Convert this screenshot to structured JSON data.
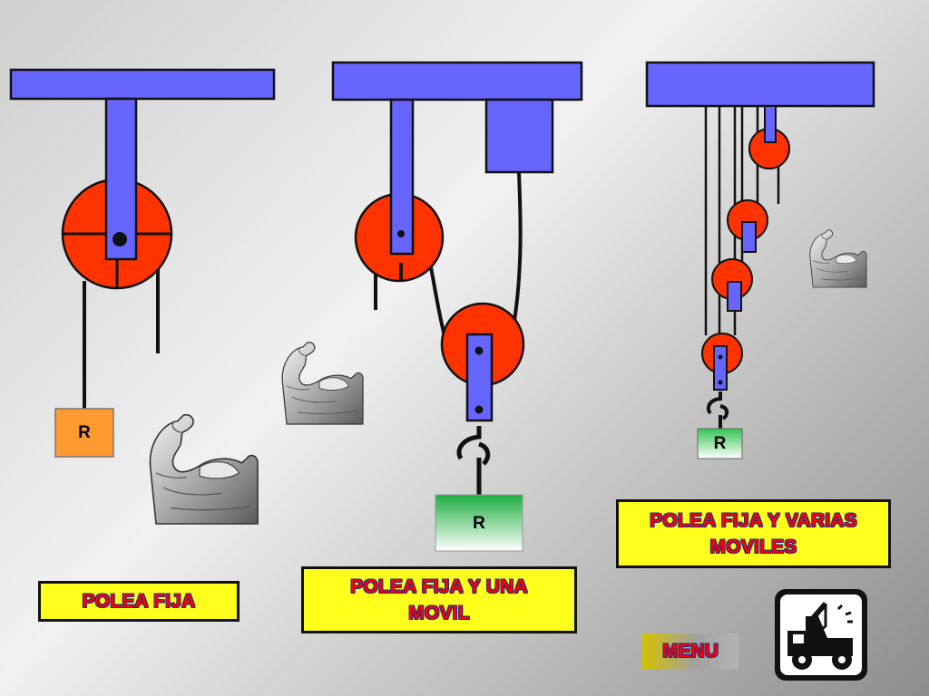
{
  "diagrams": [
    {
      "caption": "POLEA FIJA",
      "load_label": "R"
    },
    {
      "caption": "POLEA FIJA Y UNA MOVIL",
      "load_label": "R"
    },
    {
      "caption": "POLEA FIJA Y VARIAS MOVILES",
      "load_label": "R"
    }
  ],
  "nav": {
    "menu_label": "MENU"
  },
  "icons": {
    "effort": "flexed-arm-icon",
    "home": "tow-truck-icon"
  },
  "colors": {
    "beam": "#6666ff",
    "pulley": "#ff3300",
    "caption_bg": "#ffff1e",
    "caption_text": "#ff0000",
    "load_orange": "#ff9a33",
    "load_green": "#2cb84a"
  }
}
